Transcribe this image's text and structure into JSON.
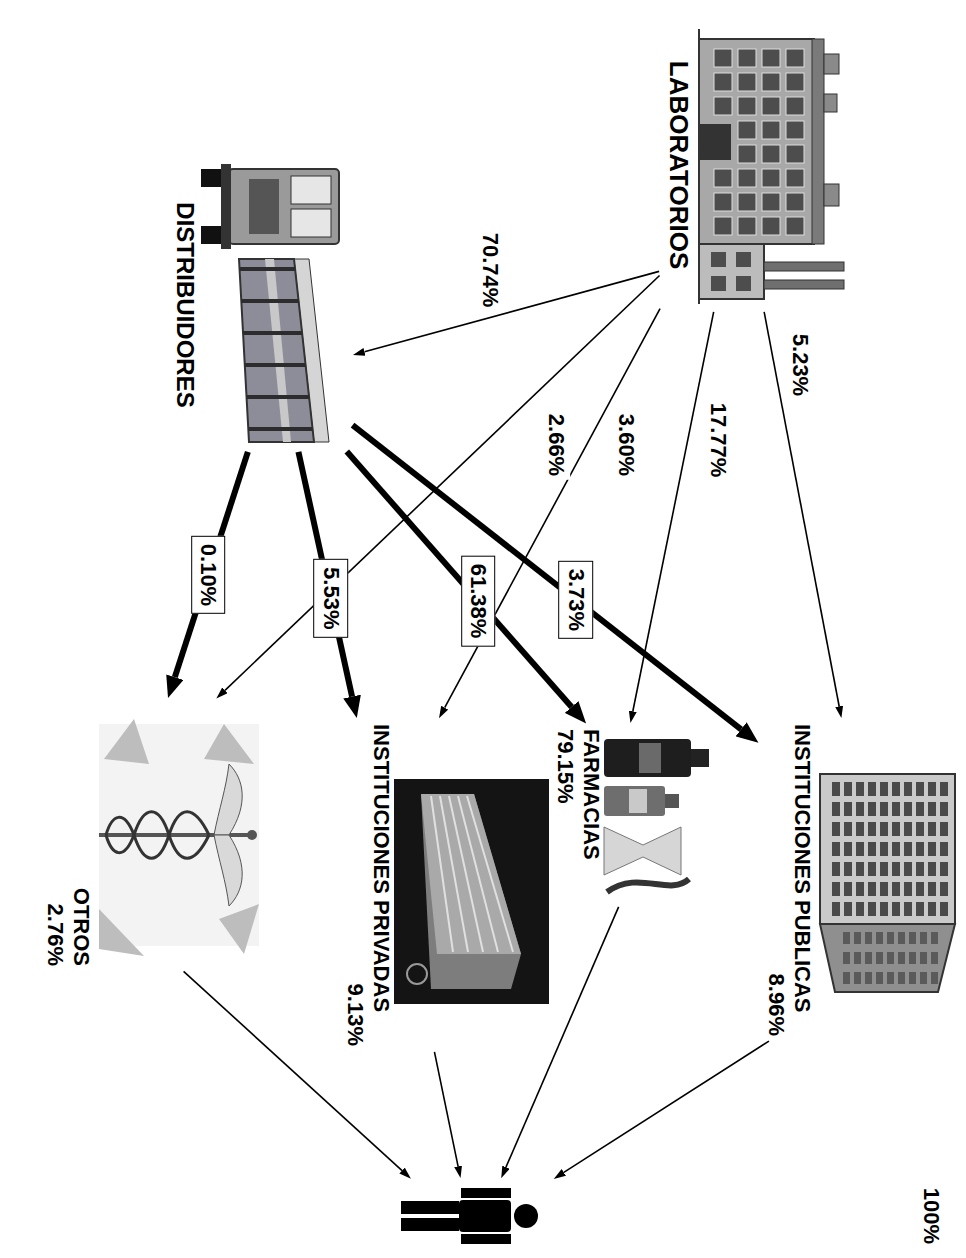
{
  "diagram": {
    "nodes": [
      {
        "text": [
          "LABORATORIOS"
        ]
      },
      {
        "text": [
          "DISTRIBUIDORES"
        ]
      },
      {
        "text": [
          "INSTITUCIONES PUBLICAS",
          "8.96%"
        ]
      },
      {
        "text": [
          "FARMACIAS",
          "79.15%"
        ]
      },
      {
        "text": [
          "INSTITUCIONES PRIVADAS",
          "9.13%"
        ]
      },
      {
        "text": [
          "OTROS",
          "2.76%"
        ]
      },
      {
        "text": [
          "100%"
        ]
      }
    ],
    "edges": [
      {
        "from": 0,
        "to": 1,
        "arrow": "to",
        "label": "70.74%"
      },
      {
        "from": 0,
        "to": 2,
        "arrow": "to",
        "label": "5.23%"
      },
      {
        "from": 0,
        "to": 3,
        "arrow": "to",
        "label": "17.77%"
      },
      {
        "from": 0,
        "to": 4,
        "arrow": "to",
        "label": "3.60%"
      },
      {
        "from": 0,
        "to": 5,
        "arrow": "to",
        "label": "2.66%"
      },
      {
        "from": 1,
        "to": 2,
        "arrow": "to",
        "label": "3.73%"
      },
      {
        "from": 1,
        "to": 3,
        "arrow": "to",
        "label": "61.38%"
      },
      {
        "from": 1,
        "to": 4,
        "arrow": "to",
        "label": "5.53%"
      },
      {
        "from": 1,
        "to": 5,
        "arrow": "to",
        "label": "0.10%"
      },
      {
        "from": 2,
        "to": 6,
        "arrow": "to"
      },
      {
        "from": 3,
        "to": 6,
        "arrow": "to"
      },
      {
        "from": 4,
        "to": 6,
        "arrow": "to"
      },
      {
        "from": 5,
        "to": 6,
        "arrow": "to"
      }
    ]
  }
}
